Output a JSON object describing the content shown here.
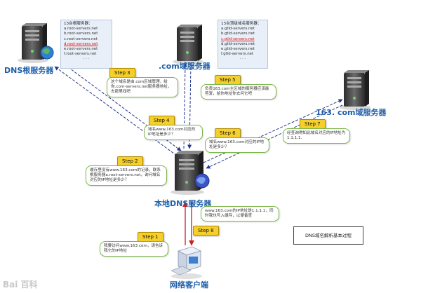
{
  "labels": {
    "dns_root": "DNS根服务器",
    "com_server": ".com域服务器",
    "site_server": "163. com域服务器",
    "local_dns": "本地DNS服务器",
    "client": "网络客户端",
    "diagram_title": "DNS域名解析基本过程"
  },
  "root_list": {
    "title": "13台根服务器：",
    "items": [
      "a.root-servers.net",
      "b.root-servers.net",
      "c.root-servers.net",
      "d.root-servers.net",
      "e.root-servers.net",
      "f.root-servers.net"
    ],
    "highlight_index": 3,
    "more": "· · ·"
  },
  "gtld_list": {
    "title": "13台顶级域名服务器：",
    "items": [
      "a.gtld-servers.net",
      "b.gtld-servers.net",
      "c.gtld-servers.net",
      "d.gtld-servers.net",
      "e.gtld-servers.net",
      "f.gtld-servers.net"
    ],
    "highlight_index": 2,
    "more": "· · ·"
  },
  "steps": {
    "s1": {
      "label": "Step 1",
      "text": "我要访问www.163.com，请告诉我它的IP地址"
    },
    "s2": {
      "label": "Step 2",
      "text": "缓存里没有www.163.com的记录，联系根服务器a.root-servers.net，询问域名对应的IP地址是多少？"
    },
    "s3": {
      "label": "Step 3",
      "text": "这个域名是由.com区域管理，给你.com-servers.net服务器地址，去那里找吧"
    },
    "s4": {
      "label": "Step 4",
      "text": "域名www.163.com对应的IP地址是多少？"
    },
    "s5": {
      "label": "Step 5",
      "text": "负责163.com主区域的服务器应该能答复，给你地址你去问它吧"
    },
    "s6": {
      "label": "Step 6",
      "text": "域名www.163.com对应的IP地址是多少？"
    },
    "s7": {
      "label": "Step 7",
      "text": "经查询得知此域名对应的IP地址为1.1.1.1."
    },
    "s8": {
      "label": "Step 8",
      "text": "www.163.com的IP地址是1.1.1.1，同时我也写入缓存，以便备查"
    }
  },
  "watermark": "Bai 百科",
  "colors": {
    "label_blue": "#1f5fa8",
    "callout_border": "#7ab648",
    "step_fill": "#f5cf2b",
    "arrow_blue": "#24368f",
    "arrow_red": "#cc1f1f"
  }
}
